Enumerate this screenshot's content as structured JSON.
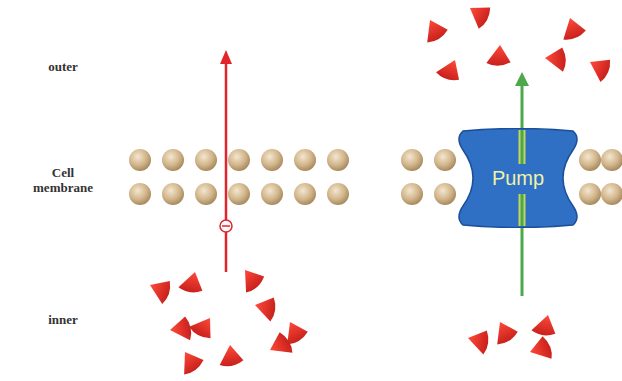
{
  "diagram": {
    "nodes": [
      {
        "text": [
          "Pump"
        ]
      }
    ],
    "labels": [
      "outer",
      "Cell membrane",
      "inner"
    ]
  }
}
